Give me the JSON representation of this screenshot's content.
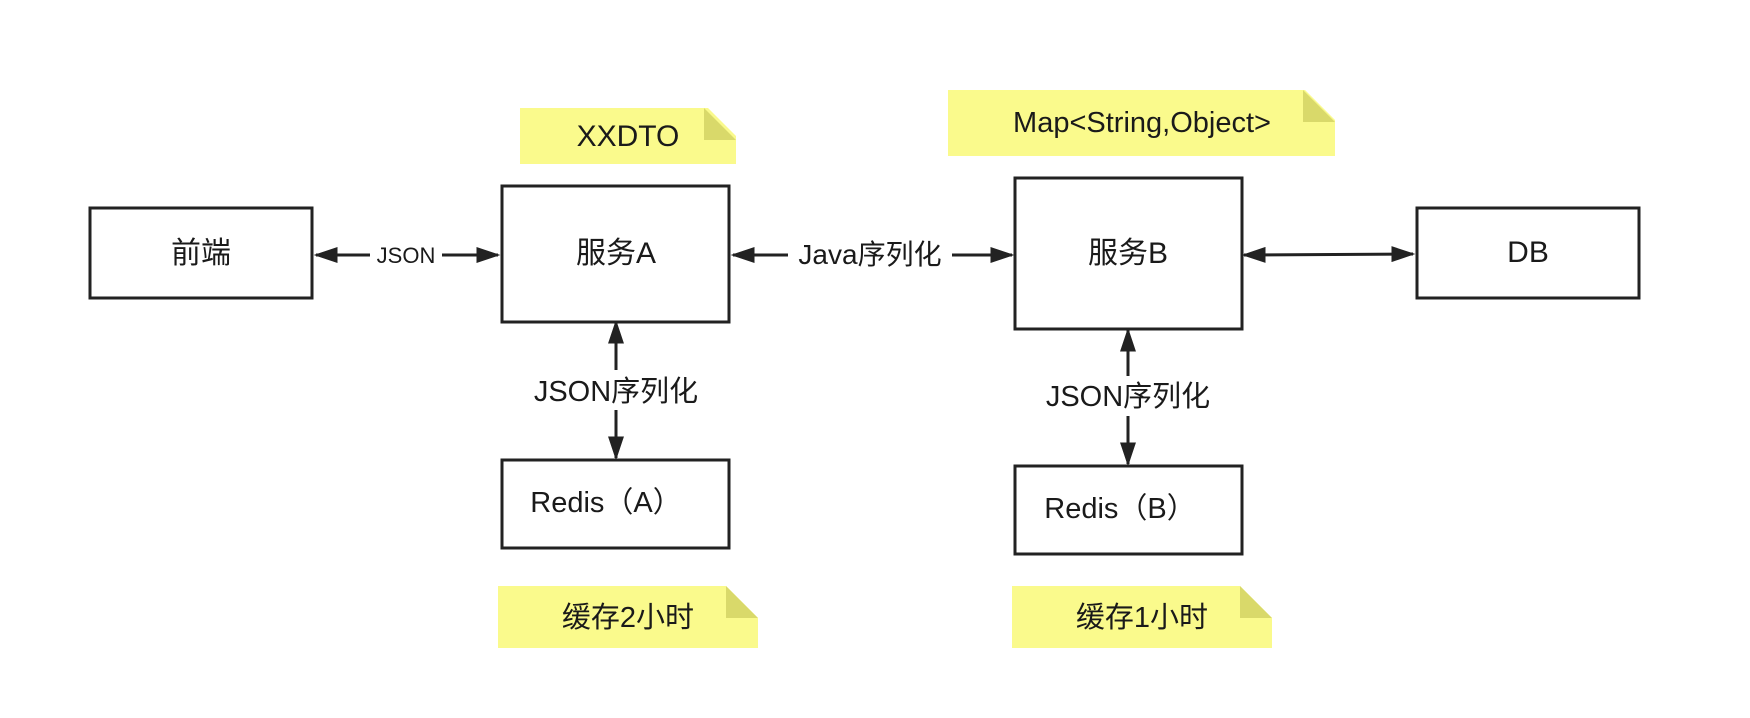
{
  "boxes": {
    "frontend": "前端",
    "service_a": "服务A",
    "service_b": "服务B",
    "db": "DB",
    "redis_a": "Redis（A）",
    "redis_b": "Redis（B）"
  },
  "connectors": {
    "frontend_service_a": "JSON",
    "service_a_service_b": "Java序列化",
    "service_a_redis_a": "JSON序列化",
    "service_b_redis_b": "JSON序列化",
    "service_b_db": ""
  },
  "notes": {
    "service_a_note": "XXDTO",
    "service_b_note": "Map<String,Object>",
    "redis_a_note": "缓存2小时",
    "redis_b_note": "缓存1小时"
  },
  "colors": {
    "note_fill": "#fafa8c",
    "note_fold": "#d9d96a",
    "stroke": "#222222"
  }
}
